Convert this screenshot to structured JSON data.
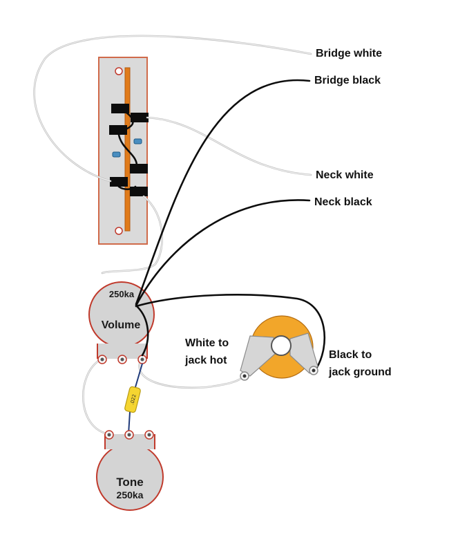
{
  "labels": {
    "bridge_white": "Bridge white",
    "bridge_black": "Bridge black",
    "neck_white": "Neck white",
    "neck_black": "Neck black",
    "white_to_jack_hot_1": "White to",
    "white_to_jack_hot_2": "jack hot",
    "black_to_jack_ground_1": "Black to",
    "black_to_jack_ground_2": "jack ground"
  },
  "pots": {
    "volume": {
      "value": "250ka",
      "name": "Volume"
    },
    "tone": {
      "name": "Tone",
      "value": "250ka"
    }
  },
  "capacitor": {
    "label": ".022"
  },
  "colors": {
    "white_wire": "#b9b9b9",
    "black_wire": "#0d0d0d",
    "pot_fill": "#d4d4d4",
    "pot_outline": "#c0392b",
    "jack_fill": "#f2a62a",
    "switch_slot": "#e07b1a",
    "lug_blue": "#4a8ec0",
    "capacitor": "#f5d531"
  }
}
